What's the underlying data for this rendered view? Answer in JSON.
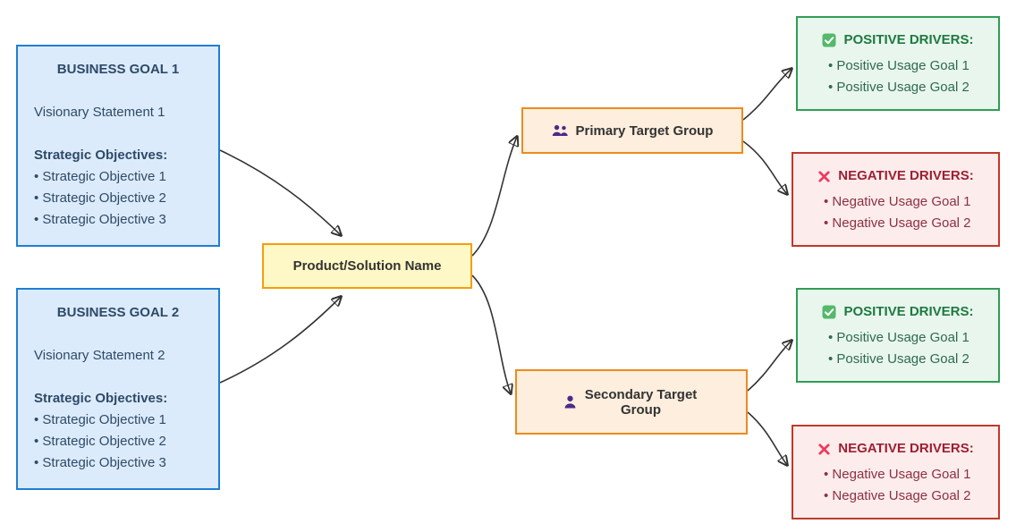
{
  "colors": {
    "goal_fill": "#dcebfb",
    "goal_border": "#1f7ed5",
    "product_fill": "#fdf8c5",
    "product_border": "#f59e0b",
    "target_fill": "#fdeedd",
    "target_border": "#ea8c1f",
    "positive_fill": "#e9f6ee",
    "positive_border": "#2f9e55",
    "negative_fill": "#fdecec",
    "negative_border": "#c0392b",
    "edge": "#333333",
    "people_icon": "#4a2a8a",
    "check_icon": "#54b96a",
    "cross_icon": "#ef3a5d"
  },
  "business_goal_1": {
    "title": "BUSINESS GOAL 1",
    "vision": "Visionary Statement 1",
    "objectives_header": "Strategic Objectives:",
    "objectives": [
      "Strategic Objective 1",
      "Strategic Objective 2",
      "Strategic Objective 3"
    ]
  },
  "business_goal_2": {
    "title": "BUSINESS GOAL 2",
    "vision": "Visionary Statement 2",
    "objectives_header": "Strategic Objectives:",
    "objectives": [
      "Strategic Objective 1",
      "Strategic Objective 2",
      "Strategic Objective 3"
    ]
  },
  "product": {
    "label": "Product/Solution Name"
  },
  "primary_target": {
    "label": "Primary Target Group"
  },
  "secondary_target": {
    "label": "Secondary Target Group"
  },
  "primary_positive": {
    "header": "POSITIVE DRIVERS:",
    "items": [
      "Positive Usage Goal 1",
      "Positive Usage Goal 2"
    ]
  },
  "primary_negative": {
    "header": "NEGATIVE DRIVERS:",
    "items": [
      "Negative Usage Goal 1",
      "Negative Usage Goal 2"
    ]
  },
  "secondary_positive": {
    "header": "POSITIVE DRIVERS:",
    "items": [
      "Positive Usage Goal 1",
      "Positive Usage Goal 2"
    ]
  },
  "secondary_negative": {
    "header": "NEGATIVE DRIVERS:",
    "items": [
      "Negative Usage Goal 1",
      "Negative Usage Goal 2"
    ]
  }
}
